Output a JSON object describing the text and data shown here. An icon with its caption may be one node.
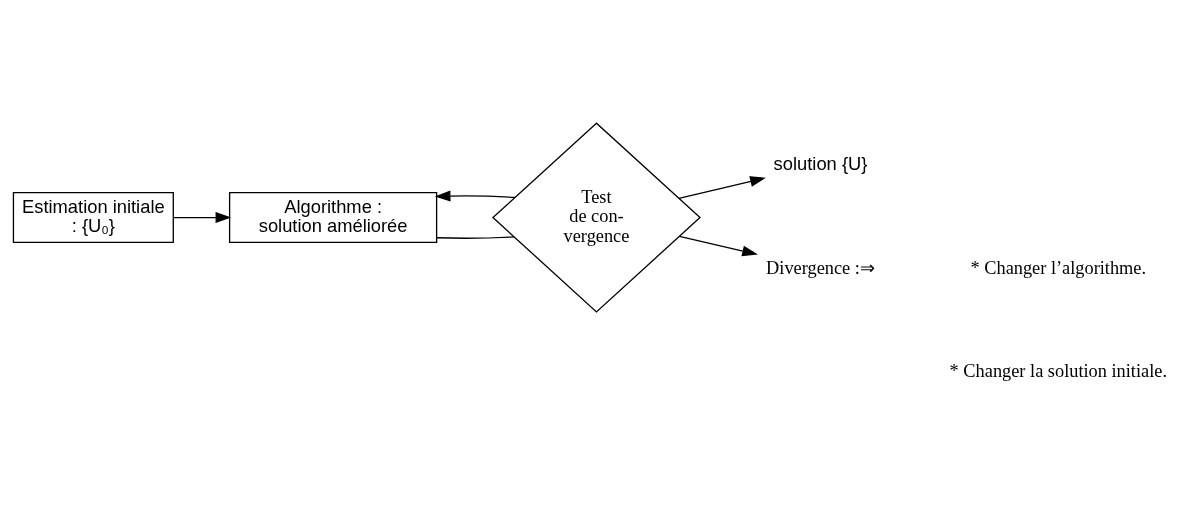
{
  "diagram": {
    "nodes": [
      {
        "text": [
          "Estimation initiale : {U₀}"
        ]
      },
      {
        "text": [
          "Algorithme : solution améliorée"
        ]
      },
      {
        "text": [
          "Test de con- vergence"
        ]
      },
      {
        "text": [
          "solution {U}"
        ]
      },
      {
        "text": [
          "Divergence :⇒"
        ]
      }
    ],
    "edges": [
      {
        "from": 0,
        "to": 1,
        "arrow": "to"
      },
      {
        "from": 1,
        "to": 2,
        "arrow": "none"
      },
      {
        "from": 2,
        "to": 1,
        "arrow": "to"
      },
      {
        "from": 2,
        "to": 3,
        "arrow": "to"
      },
      {
        "from": 2,
        "to": 4,
        "arrow": "to"
      }
    ],
    "labels": [
      "* Changer l’algorithme.",
      "* Changer la solution initiale."
    ]
  }
}
